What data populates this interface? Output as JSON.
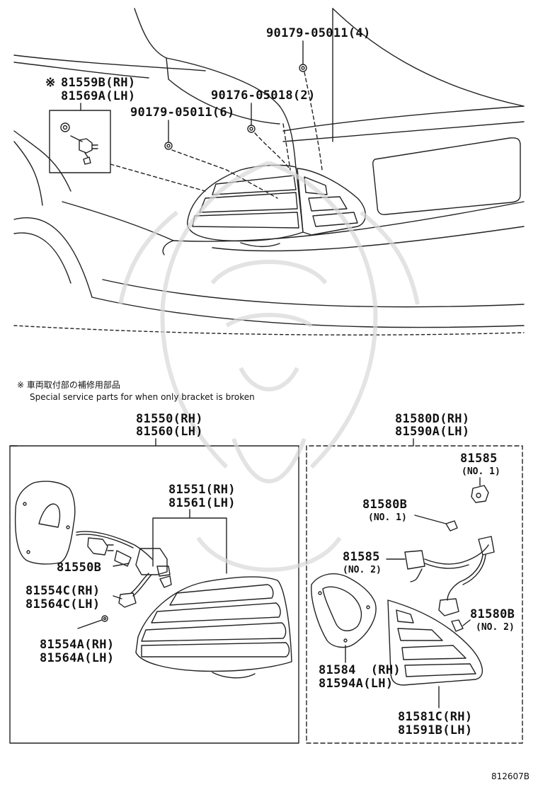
{
  "parts": {
    "p90179_05011_4": "90179-05011(4)",
    "p81559b_rh": "81559B(RH)",
    "p81569a_lh": "81569A(LH)",
    "p90176_05018_2": "90176-05018(2)",
    "p90179_05011_6": "90179-05011(6)",
    "p81550_rh": "81550(RH)",
    "p81560_lh": "81560(LH)",
    "p81580d_rh": "81580D(RH)",
    "p81590a_lh": "81590A(LH)",
    "p81585_no1": "81585",
    "p81585_no1_sub": "(NO. 1)",
    "p81551_rh": "81551(RH)",
    "p81561_lh": "81561(LH)",
    "p81580b_no1": "81580B",
    "p81580b_no1_sub": "(NO. 1)",
    "p81585_no2": "81585",
    "p81585_no2_sub": "(NO. 2)",
    "p81550b": "81550B",
    "p81554c_rh": "81554C(RH)",
    "p81564c_lh": "81564C(LH)",
    "p81580b_no2": "81580B",
    "p81580b_no2_sub": "(NO. 2)",
    "p81554a_rh": "81554A(RH)",
    "p81564a_lh": "81564A(LH)",
    "p81584_rh": "81584  (RH)",
    "p81594a_lh": "81594A(LH)",
    "p81581c_rh": "81581C(RH)",
    "p81591b_lh": "81591B(LH)"
  },
  "marker": "※",
  "note": {
    "japanese": "※ 車両取付部の補修用部品",
    "english": "Special service parts for when only bracket is broken"
  },
  "figure_number": "812607B"
}
